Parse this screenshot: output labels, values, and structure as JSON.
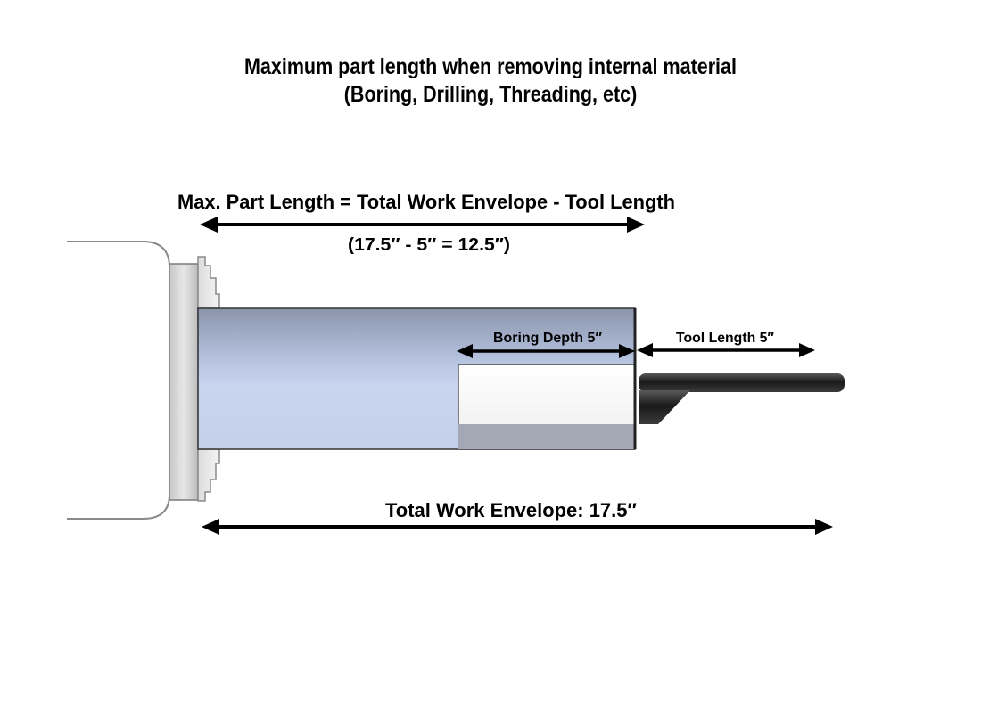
{
  "title": {
    "line1": "Maximum part length when removing internal material",
    "line2": "(Boring, Drilling, Threading, etc)"
  },
  "labels": {
    "formula": "Max. Part Length =  Total Work Envelope - Tool Length",
    "calculation": "(17.5″ - 5″ = 12.5″)",
    "boring_depth": "Boring Depth 5″",
    "tool_length": "Tool Length 5″",
    "total_envelope": "Total Work Envelope:  17.5″"
  },
  "colors": {
    "workpiece_top": "#8e98b0",
    "workpiece_mid": "#c9d5ef",
    "bore_shadow": "#a3a8b4",
    "tool": "#2a2a2a",
    "arrow": "#000000"
  }
}
